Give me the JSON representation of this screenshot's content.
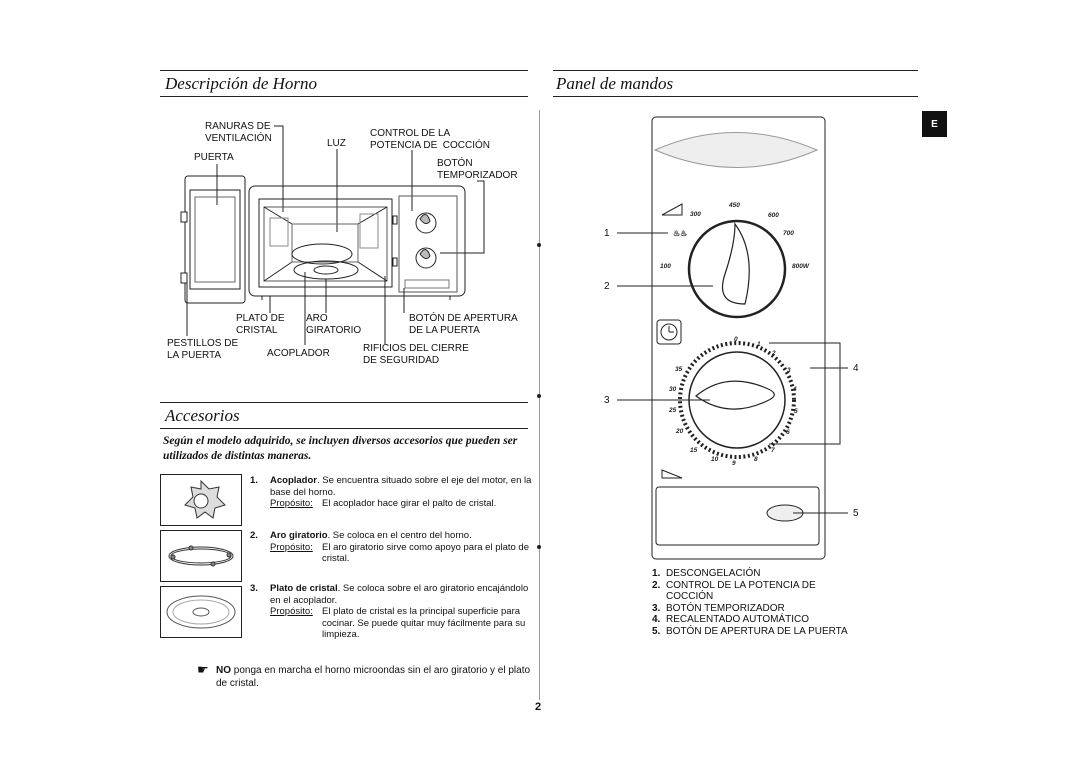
{
  "language_tab": "E",
  "page_number": "2",
  "oven": {
    "title": "Descripción de Horno",
    "labels": {
      "ranuras": "RANURAS DE\nVENTILACIÓN",
      "luz": "LUZ",
      "control": "CONTROL DE LA\nPOTENCIA DE  COCCIÓN",
      "puerta": "PUERTA",
      "boton_temp": "BOTÓN\nTEMPORIZADOR",
      "plato": "PLATO DE\nCRISTAL",
      "aro": "ARO\nGIRATORIO",
      "apertura": "BOTÓN DE APERTURA\nDE LA PUERTA",
      "pestillos": "PESTILLOS DE\nLA PUERTA",
      "acoplador": "ACOPLADOR",
      "rificios": "RIFICIOS DEL CIERRE\nDE SEGURIDAD"
    }
  },
  "accessories": {
    "title": "Accesorios",
    "intro": "Según el modelo adquirido, se incluyen diversos accesorios que pueden ser utilizados de distintas maneras.",
    "items": [
      {
        "num": "1.",
        "name": "Acoplador",
        "desc": ". Se encuentra situado sobre el eje del motor, en la base del horno.",
        "purpose_label": "Propósito:",
        "purpose": "El acoplador hace girar el palto de cristal."
      },
      {
        "num": "2.",
        "name": "Aro giratorio",
        "desc": ". Se coloca en el centro del horno.",
        "purpose_label": "Propósito:",
        "purpose": "El aro giratorio sirve como apoyo para el plato de cristal."
      },
      {
        "num": "3.",
        "name": "Plato de cristal",
        "desc": ". Se coloca sobre el aro giratorio encajándolo en el acoplador.",
        "purpose_label": "Propósito:",
        "purpose": "El plato de cristal es la principal superficie para cocinar. Se puede quitar muy fácilmente para su limpieza."
      }
    ],
    "note_icon": "pointing-hand-icon",
    "note_bold": "NO",
    "note_text": " ponga en marcha el horno microondas sin el aro giratorio y el plato de cristal."
  },
  "panel": {
    "title": "Panel de mandos",
    "callouts": [
      "1",
      "2",
      "3",
      "4",
      "5"
    ],
    "power_marks": [
      "450",
      "300",
      "600",
      "700",
      "100",
      "800W"
    ],
    "timer_marks": [
      "0",
      "1",
      "2",
      "3",
      "4",
      "5",
      "6",
      "7",
      "8",
      "9",
      "10",
      "15",
      "20",
      "25",
      "30",
      "35"
    ],
    "legend": [
      {
        "num": "1.",
        "text": "DESCONGELACIÓN"
      },
      {
        "num": "2.",
        "text": "CONTROL DE LA POTENCIA DE COCCIÓN"
      },
      {
        "num": "3.",
        "text": "BOTÓN TEMPORIZADOR"
      },
      {
        "num": "4.",
        "text": "RECALENTADO AUTOMÁTICO"
      },
      {
        "num": "5.",
        "text": "BOTÓN DE APERTURA DE LA PUERTA"
      }
    ]
  }
}
